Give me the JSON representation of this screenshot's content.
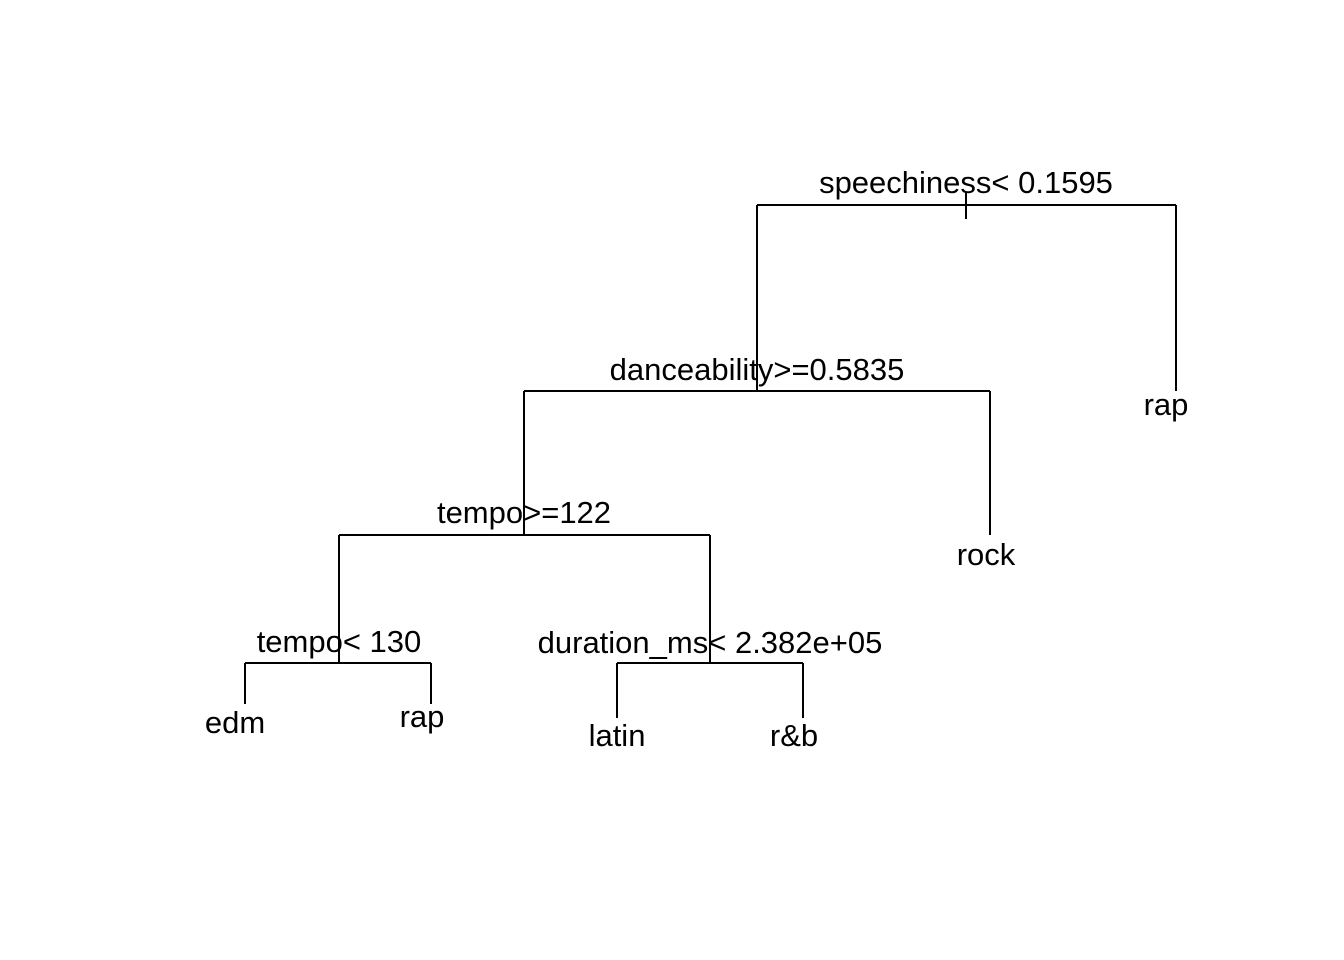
{
  "tree": {
    "splits": [
      {
        "id": "root",
        "label": "speechiness< 0.1595"
      },
      {
        "id": "dance",
        "label": "danceability>=0.5835"
      },
      {
        "id": "tempo1",
        "label": "tempo>=122"
      },
      {
        "id": "tempo2",
        "label": "tempo< 130"
      },
      {
        "id": "duration",
        "label": "duration_ms< 2.382e+05"
      }
    ],
    "leaves": [
      {
        "id": "leaf-edm",
        "label": "edm"
      },
      {
        "id": "leaf-rap-1",
        "label": "rap"
      },
      {
        "id": "leaf-latin",
        "label": "latin"
      },
      {
        "id": "leaf-rnb",
        "label": "r&b"
      },
      {
        "id": "leaf-rock",
        "label": "rock"
      },
      {
        "id": "leaf-rap-2",
        "label": "rap"
      }
    ]
  }
}
